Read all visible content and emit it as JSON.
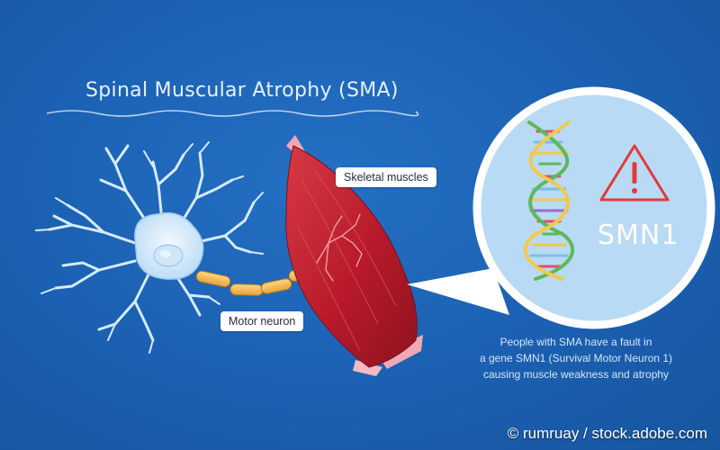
{
  "diagram": {
    "title": "Spinal Muscular Atrophy (SMA)",
    "labels": {
      "skeletal_muscles": "Skeletal muscles",
      "motor_neuron": "Motor neuron",
      "gene": "SMN1"
    },
    "description": [
      "People with SMA have a fault in",
      "a gene SMN1 (Survival Motor Neuron 1)",
      "causing muscle weakness and atrophy"
    ],
    "icons": [
      "neuron-illustration",
      "muscle-illustration",
      "dna-helix-icon",
      "warning-triangle-icon"
    ],
    "colors": {
      "background": "#1b60b2",
      "neuron": "#d8ecfb",
      "axon": "#f2b84b",
      "muscle": "#c2202f",
      "tendon": "#f0a9b4",
      "magnifier": "#b9daf4",
      "warning": "#e23a3a"
    }
  },
  "credit": "© rumruay / stock.adobe.com"
}
